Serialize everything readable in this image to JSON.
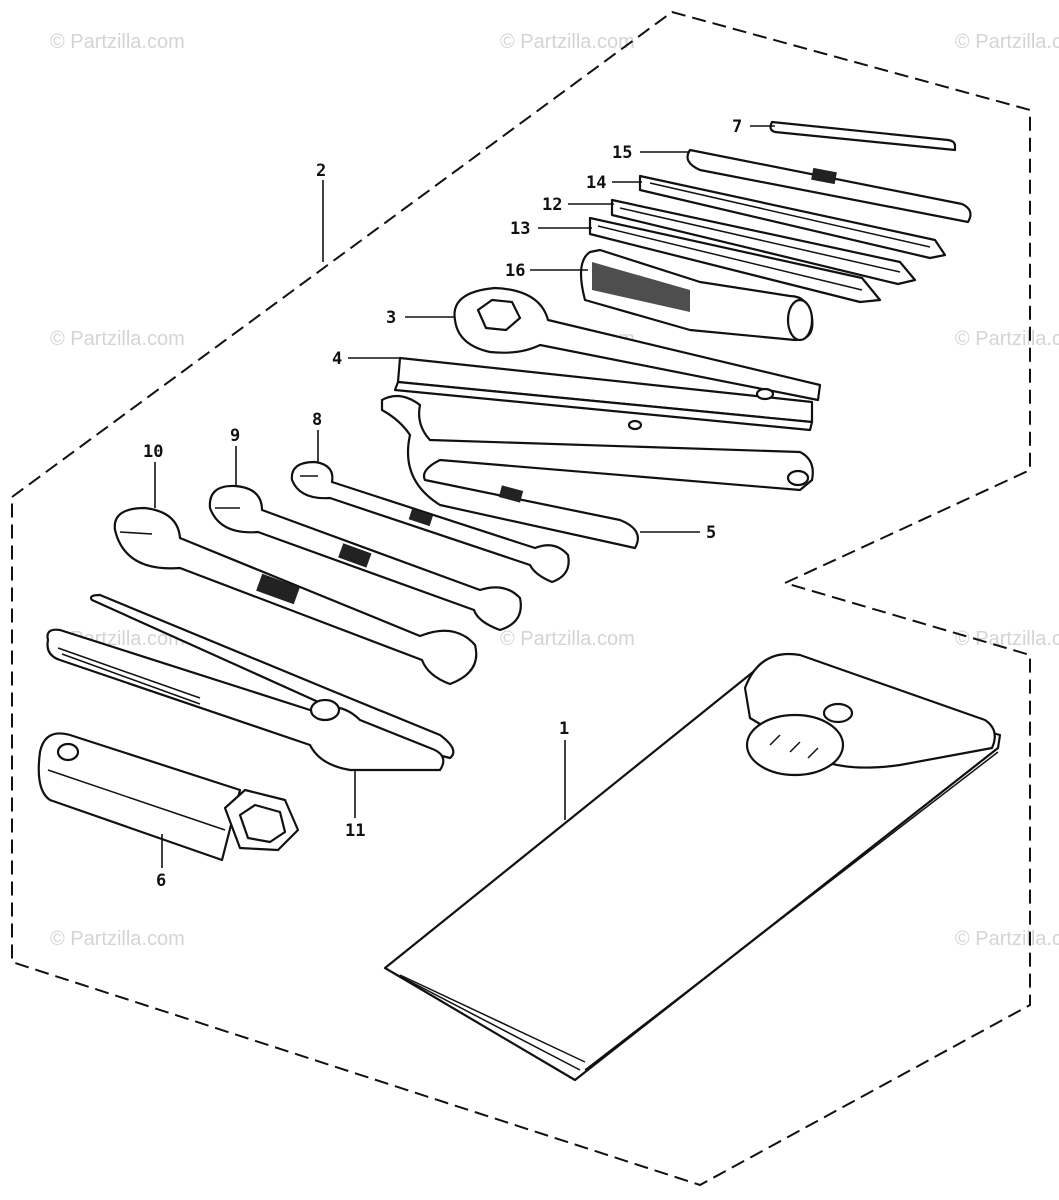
{
  "watermark": "© Partzilla.com",
  "callouts": {
    "c1": "1",
    "c2": "2",
    "c3": "3",
    "c4": "4",
    "c5": "5",
    "c6": "6",
    "c7": "7",
    "c8": "8",
    "c9": "9",
    "c10": "10",
    "c11": "11",
    "c12": "12",
    "c13": "13",
    "c14": "14",
    "c15": "15",
    "c16": "16"
  }
}
